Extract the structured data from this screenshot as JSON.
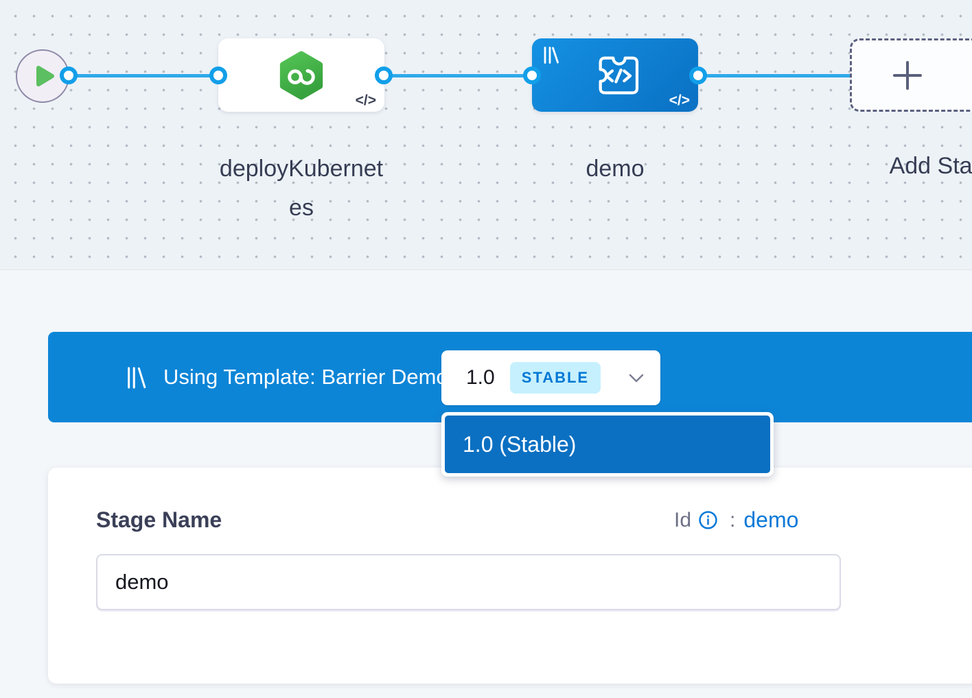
{
  "canvas": {
    "stages": [
      {
        "name": "deployKubernetes",
        "type": "deploy-stage",
        "code_badge": "</>"
      },
      {
        "name": "demo",
        "type": "custom-template-stage",
        "code_badge": "</>"
      }
    ],
    "add_stage_label": "Add Stage"
  },
  "banner": {
    "text": "Using Template: Barrier Demo",
    "version": "1.0",
    "badge": "STABLE"
  },
  "dropdown": {
    "options": [
      "1.0 (Stable)"
    ]
  },
  "form": {
    "stage_name_label": "Stage Name",
    "id_label": "Id",
    "id_colon": ":",
    "id_value": "demo",
    "stage_name_value": "demo"
  },
  "icons": {
    "start": "play-icon",
    "deploy_stage": "infinity-hexagon-icon",
    "custom_stage": "code-template-icon",
    "library": "template-library-icon",
    "add": "plus-icon",
    "chevron": "chevron-down-icon",
    "info": "info-icon"
  },
  "colors": {
    "banner_blue": "#0d85d7",
    "dropdown_item_blue": "#0b70c2",
    "accent_blue": "#0278d5",
    "badge_bg": "#c6f0fe",
    "connector_blue": "#129fe9",
    "stage_green": "#42b44a",
    "link_blue": "#0b79d8",
    "canvas_bg": "#edf2f6"
  }
}
